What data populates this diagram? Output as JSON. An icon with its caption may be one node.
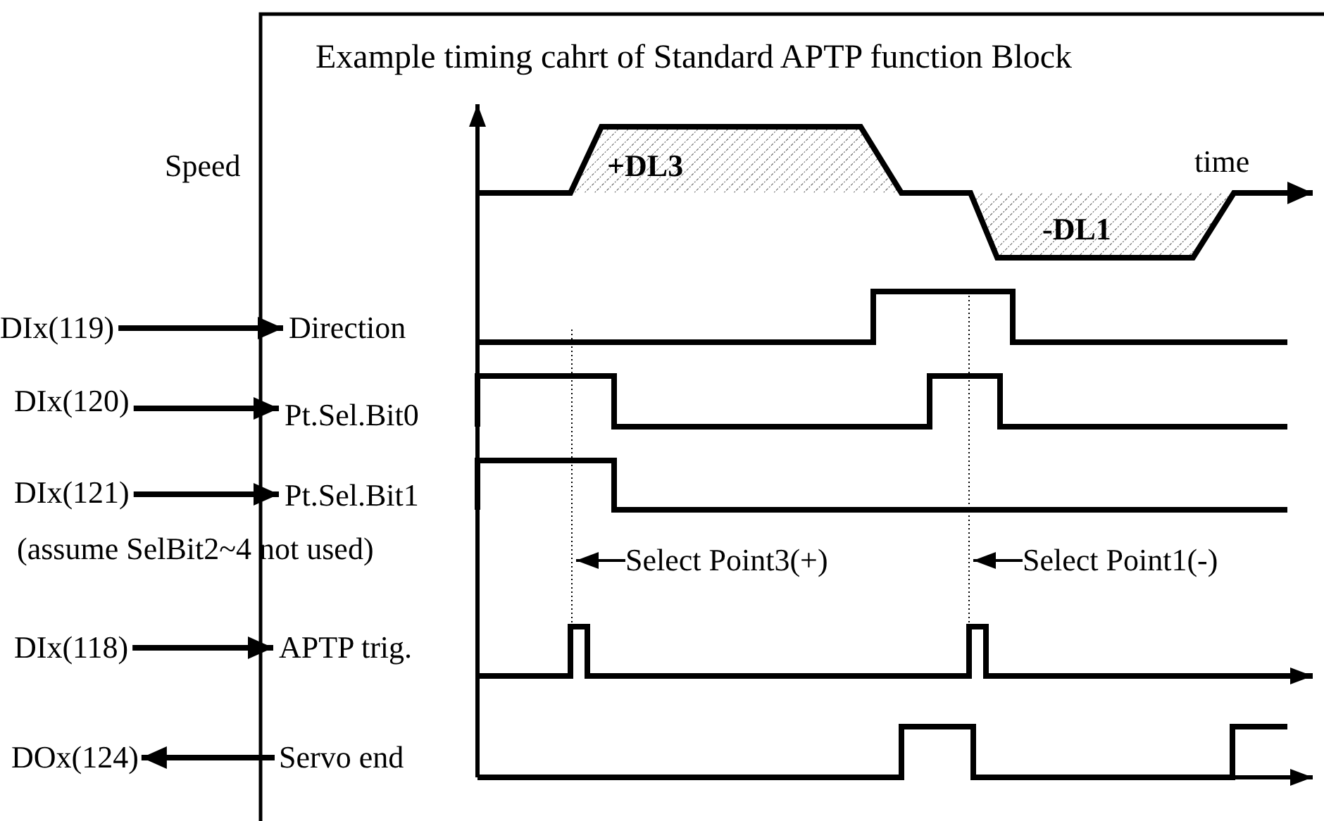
{
  "diagram": {
    "title": "Example timing cahrt of Standard APTP function Block",
    "nodes": [
      {
        "text": [
          "DIx(119)"
        ]
      },
      {
        "text": [
          "Direction"
        ]
      },
      {
        "text": [
          "DIx(120)"
        ]
      },
      {
        "text": [
          "Pt.Sel.Bit0"
        ]
      },
      {
        "text": [
          "DIx(121)"
        ]
      },
      {
        "text": [
          "Pt.Sel.Bit1"
        ]
      },
      {
        "text": [
          "DIx(118)"
        ]
      },
      {
        "text": [
          "APTP trig."
        ]
      },
      {
        "text": [
          "DOx(124)"
        ]
      },
      {
        "text": [
          "Servo end"
        ]
      }
    ],
    "edges": [
      {
        "from": 0,
        "to": 1,
        "arrow": "to"
      },
      {
        "from": 2,
        "to": 3,
        "arrow": "to"
      },
      {
        "from": 4,
        "to": 5,
        "arrow": "to"
      },
      {
        "from": 6,
        "to": 7,
        "arrow": "to"
      },
      {
        "from": 9,
        "to": 8,
        "arrow": "to"
      }
    ],
    "labels": [
      "Speed",
      "+DL3",
      "time",
      "-DL1",
      "(assume SelBit2~4 not used)",
      "Select Point3(+)",
      "Select Point1(-)"
    ]
  }
}
